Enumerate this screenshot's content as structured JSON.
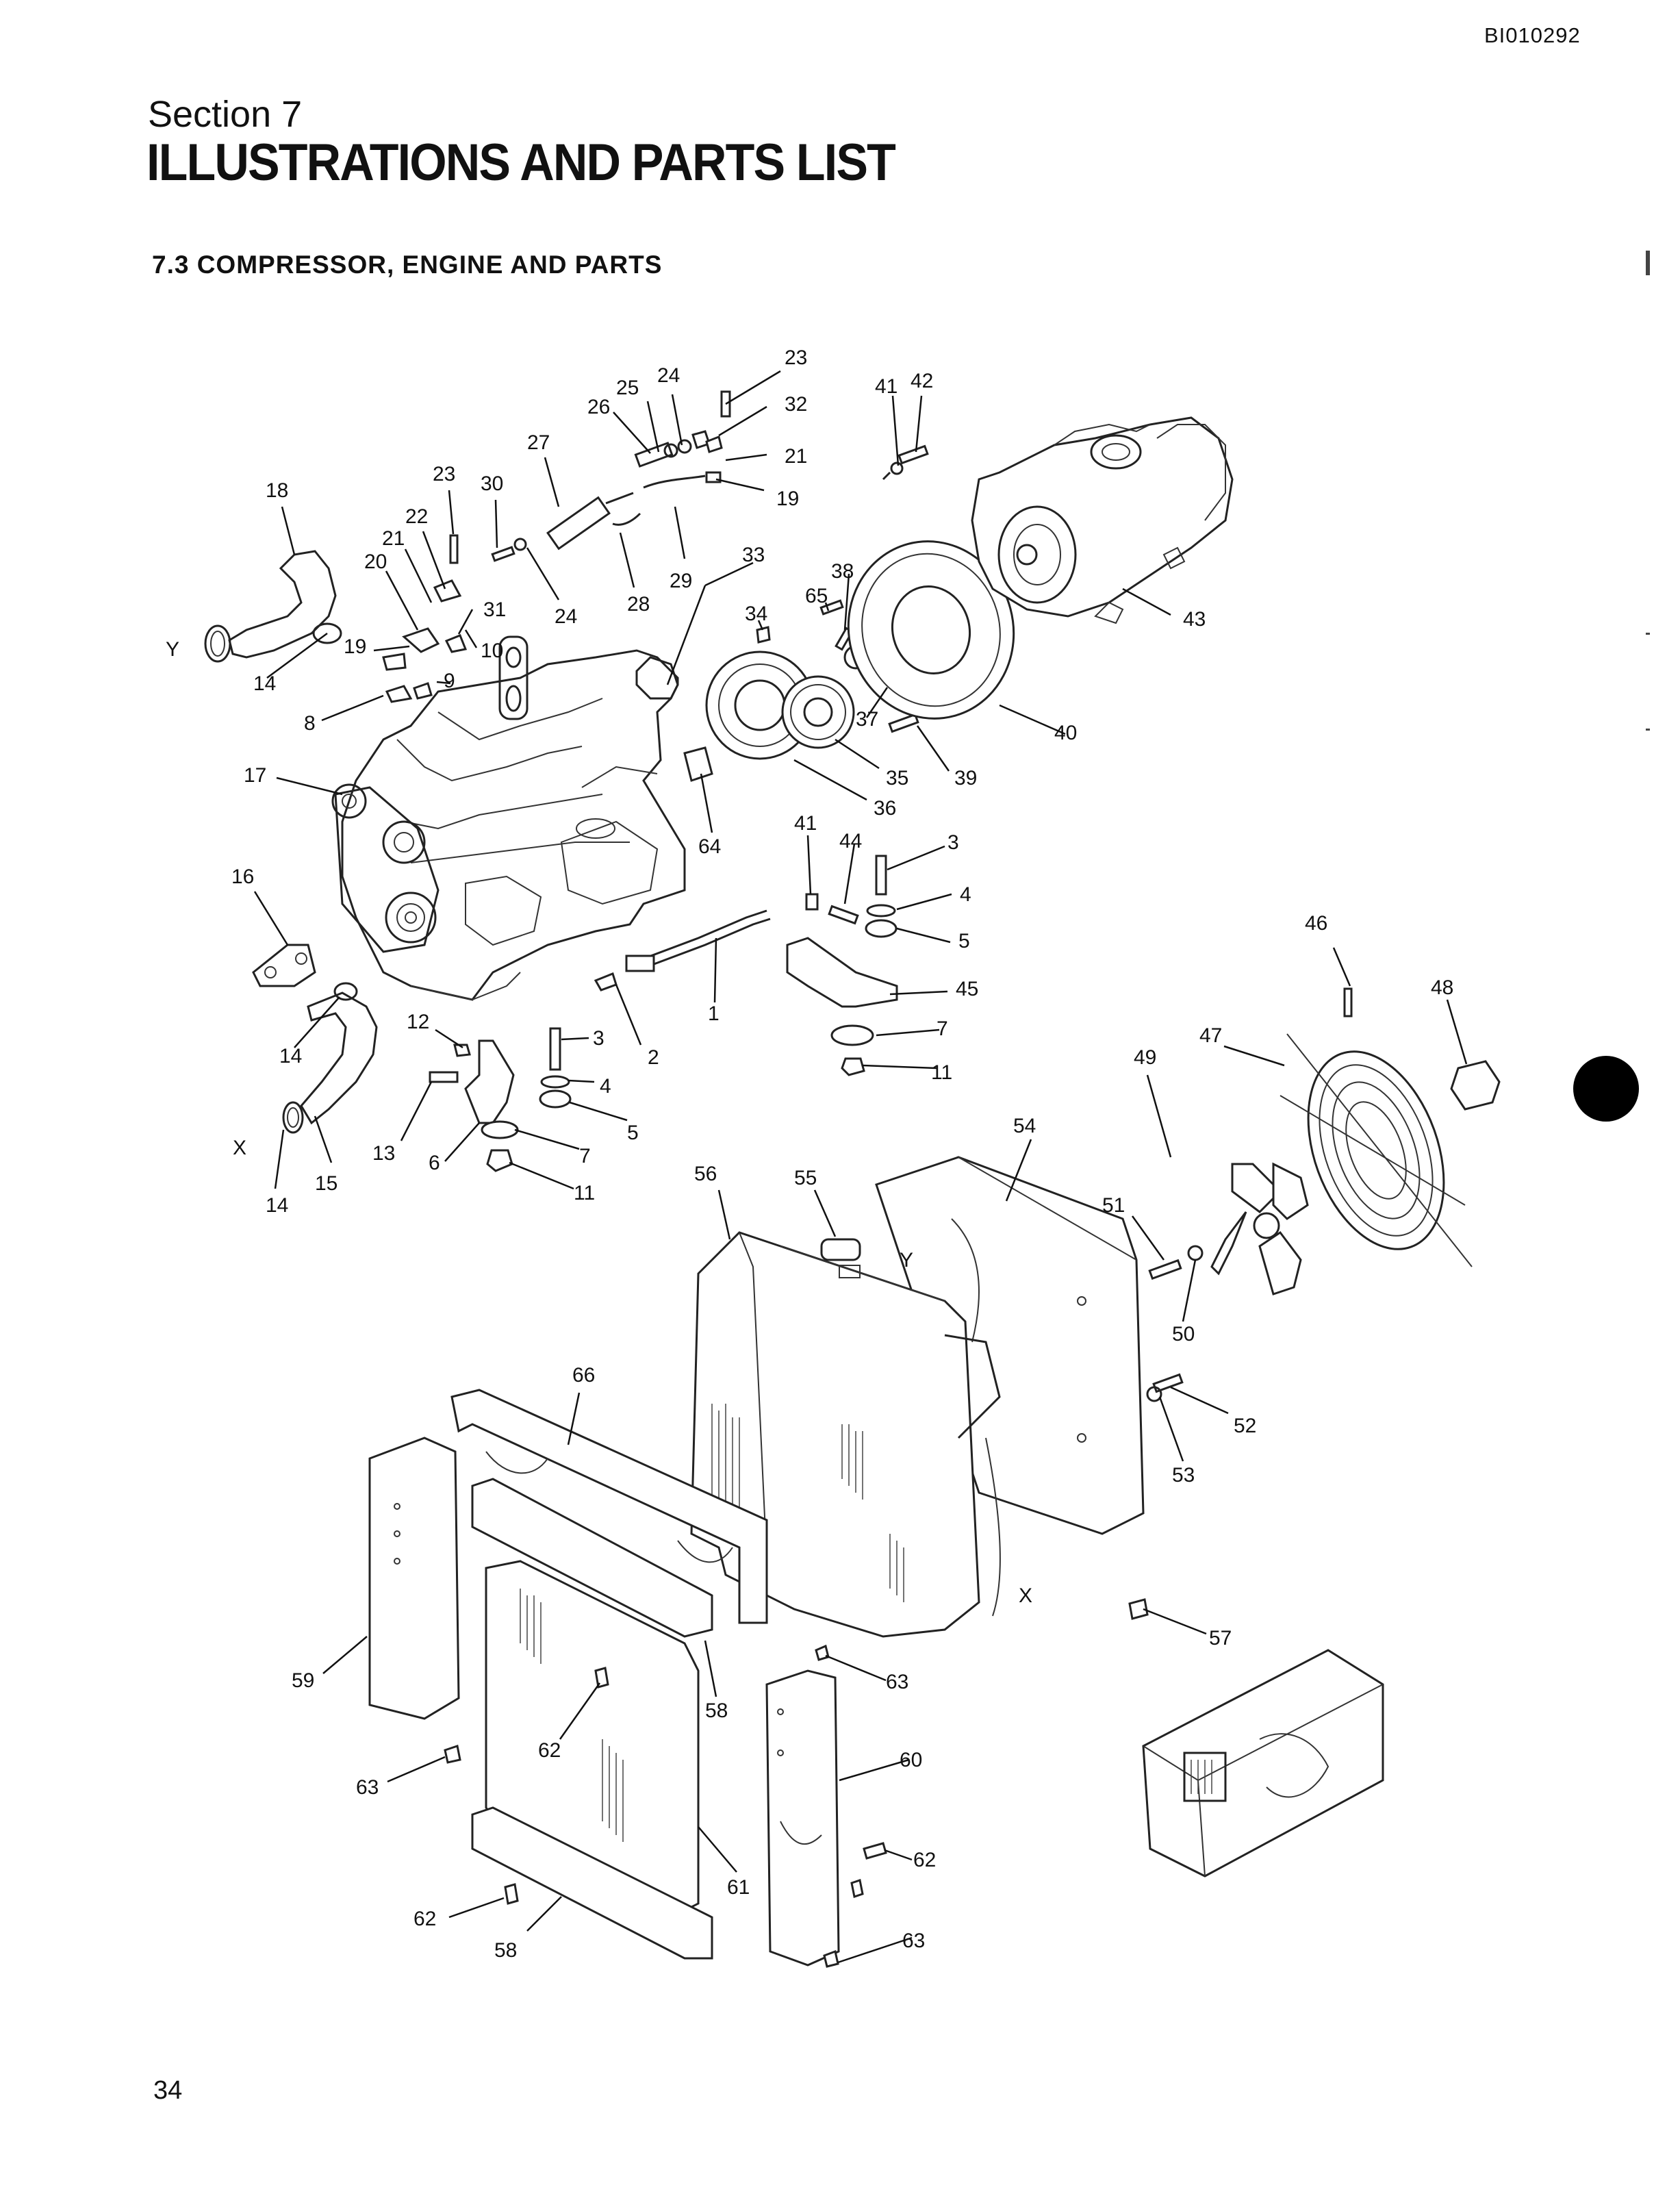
{
  "header": {
    "doc_code": "BI010292",
    "section_label": "Section 7",
    "section_title": "ILLUSTRATIONS AND PARTS LIST",
    "subsection_title": "7.3 COMPRESSOR, ENGINE AND PARTS"
  },
  "callouts": {
    "c23a": "23",
    "c24a": "24",
    "c25": "25",
    "c26": "26",
    "c32": "32",
    "c21a": "21",
    "c19a": "19",
    "c41a": "41",
    "c42": "42",
    "c27": "27",
    "c23b": "23",
    "c30": "30",
    "c18": "18",
    "c22": "22",
    "c21b": "21",
    "c20": "20",
    "c31": "31",
    "c24b": "24",
    "c28": "28",
    "c29": "29",
    "c33": "33",
    "c38": "38",
    "c65": "65",
    "c34": "34",
    "c43": "43",
    "c10": "10",
    "c19b": "19",
    "c9": "9",
    "c14a": "14",
    "c8": "8",
    "c37": "37",
    "c40": "40",
    "c39": "39",
    "c35": "35",
    "c36": "36",
    "c17": "17",
    "c64": "64",
    "c41b": "41",
    "c44": "44",
    "c3a": "3",
    "c4a": "4",
    "c5a": "5",
    "c16": "16",
    "c1": "1",
    "c45": "45",
    "c46": "46",
    "c48": "48",
    "c47": "47",
    "c49": "49",
    "c12": "12",
    "c3b": "3",
    "c7a": "7",
    "c11a": "11",
    "c14b": "14",
    "c2": "2",
    "c4b": "4",
    "c5b": "5",
    "c54": "54",
    "c13": "13",
    "c6": "6",
    "c7b": "7",
    "c15": "15",
    "c11b": "11",
    "c14c": "14",
    "c56": "56",
    "c55": "55",
    "c51": "51",
    "c50": "50",
    "c52": "52",
    "c53": "53",
    "c66": "66",
    "c57": "57",
    "c59": "59",
    "c58a": "58",
    "c63a": "63",
    "c62a": "62",
    "c60": "60",
    "c63b": "63",
    "c62b": "62",
    "c61": "61",
    "c63c": "63",
    "c62c": "62",
    "c58b": "58"
  },
  "hose_markers": {
    "y_left": "Y",
    "x_left": "X",
    "y_right": "Y",
    "x_right": "X"
  },
  "page_number": "34"
}
